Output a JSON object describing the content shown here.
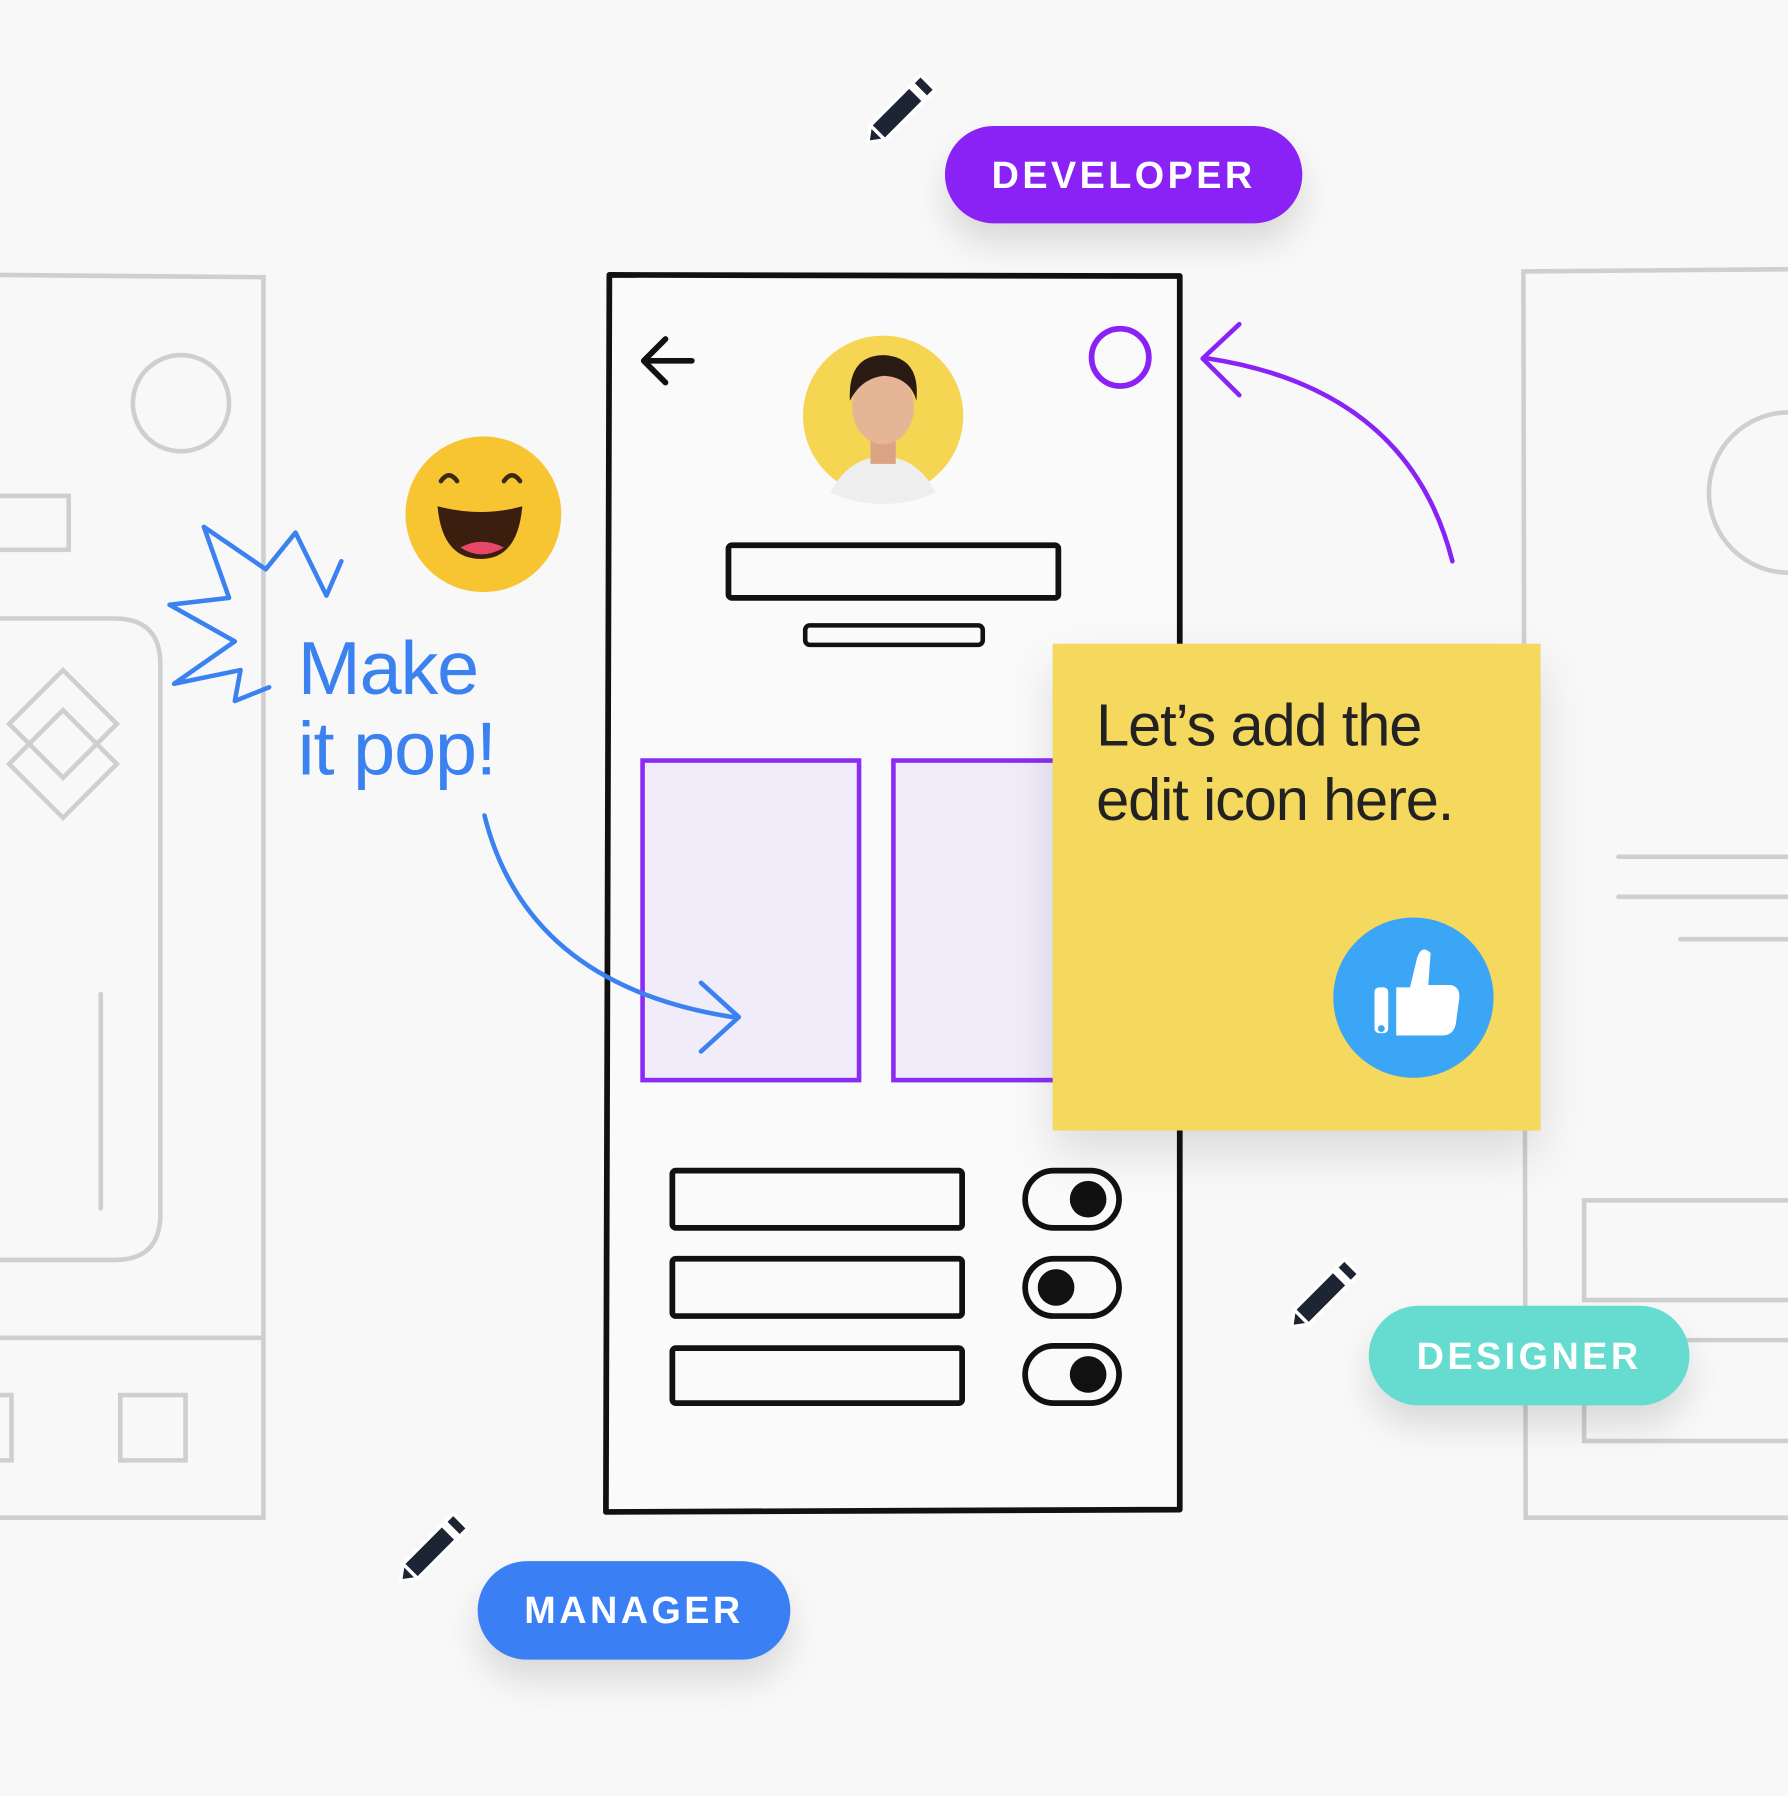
{
  "tags": {
    "developer": "DEVELOPER",
    "designer": "DESIGNER",
    "manager": "MANAGER"
  },
  "annotation": {
    "line1": "Make",
    "line2": "it pop!"
  },
  "note": {
    "text": "Let’s add the edit icon here."
  },
  "toggles": [
    true,
    false,
    true
  ],
  "colors": {
    "developer": "#8a22f5",
    "designer": "#66dcd0",
    "manager": "#3b7ff5",
    "note": "#f5d85e",
    "accent_blue": "#3b82f0"
  }
}
